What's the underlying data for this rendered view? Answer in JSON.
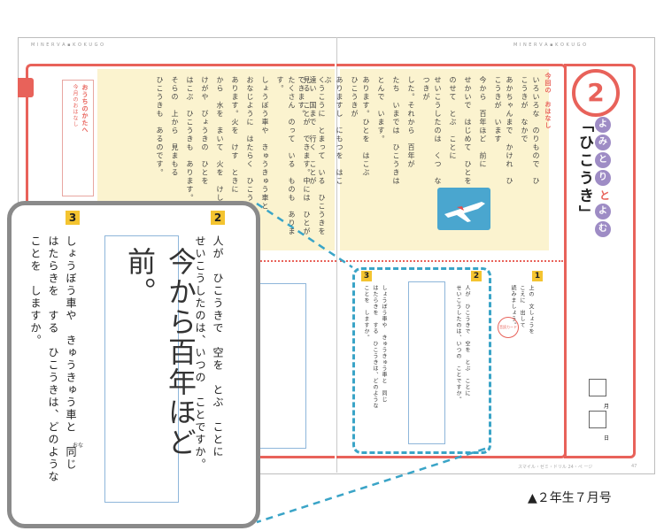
{
  "book": {
    "header_left": "M I N E R V A  ▪  K O K U G O",
    "header_right": "M I N E R V A  ▪  K O K U G O",
    "footer_text": "スマイル・ゼミ・ドリル  24・ペ  ージ",
    "page_number": "47",
    "caption": "▲２年生７月号"
  },
  "title": {
    "number": "2",
    "main": "「ひこうき」",
    "reading_chars": [
      "よ",
      "み",
      "と",
      "り"
    ],
    "to": "と",
    "yomu_chars": [
      "よ",
      "む"
    ],
    "section_label": "今回の　おはなし",
    "left_strip_label": "おうちのかたへ",
    "left_strip_sub": "今月のおはなし"
  },
  "story": {
    "right_columns": [
      "いろいろな　のりもので　ひこうきが　なかで",
      "あかちゃんまで　かけれ　ひこうきが　います",
      "今から　百年ほど　前に",
      "せかいで　はじめて　ひとを",
      "のせて　とぶ　ことに",
      "せいこうしたのは　くつ　なつきが",
      "した。それから　百年が",
      "たち　いまでは　ひこうきは",
      "とんで　います。",
      "あります。ひとを　はこぶ　ひこうきが",
      "ありますし　にもつを　はこぶ",
      "遠い　国まで　行く　ことが　できます。"
    ],
    "left_columns": [
      "くうこうに　とまって　いる　ひこうきを",
      "見る　ことが　できます。中には　ひとが",
      "たくさん　のって　いる　ものも　あります。",
      "しょうぼう車や　きゅうきゅう車と",
      "おなじように　はたらく　ひこうきも",
      "あります。火を　けす　ときに",
      "から　水を　まいて　火を　けします。",
      "けがや　びょうきの　ひとを",
      "はこぶ　ひこうきも　あります。",
      "そらの　上から　見まもる",
      "ひこうきも　あるのです。"
    ]
  },
  "questions": {
    "q1": {
      "badge": "1",
      "lines": [
        "上の　文しょうを",
        "こえに　出して",
        "読みましょう。"
      ],
      "stamp": "音読カード"
    },
    "q2": {
      "badge": "2",
      "lines": [
        "人が　ひこうきで　空を　とぶ　ことに",
        "せいこうしたのは、いつの　ことですか。"
      ],
      "answer": "今から百年ほど前。"
    },
    "q3": {
      "badge": "3",
      "lines": [
        "しょうぼう車や　きゅうきゅう車と　同じ",
        "はたらきを　する　ひこうきは、どのような",
        "ことを　しますか。"
      ],
      "ruby": "おな"
    }
  },
  "check": {
    "month_label": "月",
    "day_label": "日"
  },
  "colors": {
    "frame_red": "#e8625a",
    "story_bg": "#fbf3cf",
    "callout_blue": "#3aa4c7",
    "badge_yellow": "#f4c430",
    "title_purple": "#9e8cc5"
  },
  "icons": [
    "airplane-icon",
    "triangle-icon"
  ]
}
